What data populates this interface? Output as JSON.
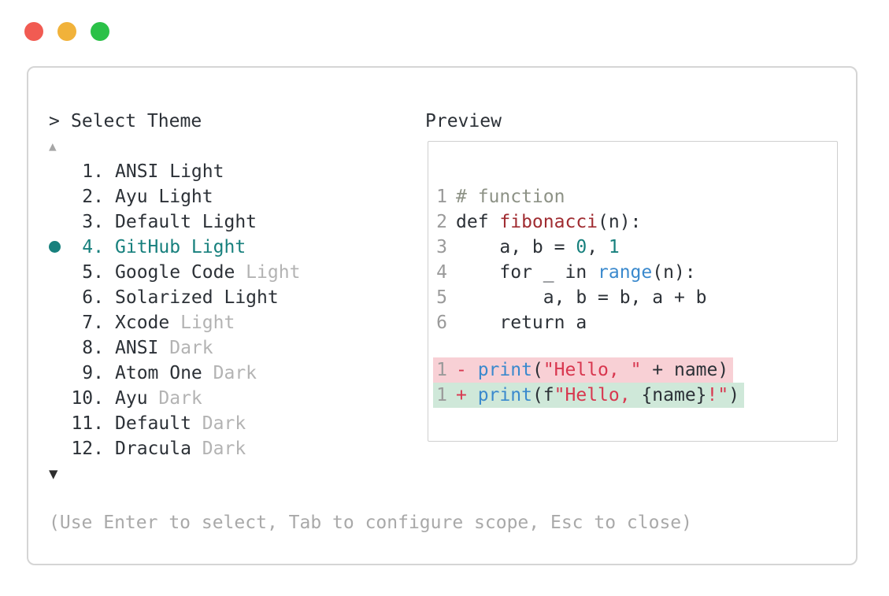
{
  "window": {
    "controls": [
      {
        "name": "close",
        "color": "#f15b52"
      },
      {
        "name": "minimize",
        "color": "#f1b23a"
      },
      {
        "name": "zoom",
        "color": "#2bc148"
      }
    ]
  },
  "selector": {
    "prompt": ">",
    "title": "Select Theme",
    "scroll_up": "▲",
    "scroll_down": "▼",
    "items": [
      {
        "number": "1.",
        "name": "ANSI Light",
        "muted": "",
        "selected": false
      },
      {
        "number": "2.",
        "name": "Ayu Light",
        "muted": "",
        "selected": false
      },
      {
        "number": "3.",
        "name": "Default Light",
        "muted": "",
        "selected": false
      },
      {
        "number": "4.",
        "name": "GitHub Light",
        "muted": "",
        "selected": true
      },
      {
        "number": "5.",
        "name": "Google Code",
        "muted": "Light",
        "selected": false
      },
      {
        "number": "6.",
        "name": "Solarized Light",
        "muted": "",
        "selected": false
      },
      {
        "number": "7.",
        "name": "Xcode",
        "muted": "Light",
        "selected": false
      },
      {
        "number": "8.",
        "name": "ANSI",
        "muted": "Dark",
        "selected": false
      },
      {
        "number": "9.",
        "name": "Atom One",
        "muted": "Dark",
        "selected": false
      },
      {
        "number": "10.",
        "name": "Ayu",
        "muted": "Dark",
        "selected": false
      },
      {
        "number": "11.",
        "name": "Default",
        "muted": "Dark",
        "selected": false
      },
      {
        "number": "12.",
        "name": "Dracula",
        "muted": "Dark",
        "selected": false
      }
    ],
    "help_text": "(Use Enter to select, Tab to configure scope, Esc to close)"
  },
  "preview": {
    "label": "Preview",
    "lines": [
      {
        "ln": "1",
        "kind": "code",
        "tokens": [
          [
            "# function",
            "comment"
          ]
        ]
      },
      {
        "ln": "2",
        "kind": "code",
        "tokens": [
          [
            "def ",
            "plain"
          ],
          [
            "fibonacci",
            "func"
          ],
          [
            "(n):",
            "plain"
          ]
        ]
      },
      {
        "ln": "3",
        "kind": "code",
        "tokens": [
          [
            "    a, b = ",
            "plain"
          ],
          [
            "0",
            "numlit"
          ],
          [
            ", ",
            "plain"
          ],
          [
            "1",
            "numlit"
          ]
        ]
      },
      {
        "ln": "4",
        "kind": "code",
        "tokens": [
          [
            "    for _ in ",
            "plain"
          ],
          [
            "range",
            "call"
          ],
          [
            "(n):",
            "plain"
          ]
        ]
      },
      {
        "ln": "5",
        "kind": "code",
        "tokens": [
          [
            "        a, b = b, a + b",
            "plain"
          ]
        ]
      },
      {
        "ln": "6",
        "kind": "code",
        "tokens": [
          [
            "    return a",
            "plain"
          ]
        ]
      },
      {
        "ln": "",
        "kind": "gap",
        "tokens": []
      },
      {
        "ln": "1",
        "kind": "del",
        "tokens": [
          [
            "- ",
            "sign"
          ],
          [
            "print",
            "call"
          ],
          [
            "(",
            "plain"
          ],
          [
            "\"Hello, \"",
            "str"
          ],
          [
            " + name)",
            "plain"
          ]
        ]
      },
      {
        "ln": "1",
        "kind": "add",
        "tokens": [
          [
            "+ ",
            "sign"
          ],
          [
            "print",
            "call"
          ],
          [
            "(f",
            "plain"
          ],
          [
            "\"Hello, ",
            "str"
          ],
          [
            "{name}",
            "plain"
          ],
          [
            "!\"",
            "str"
          ],
          [
            ")",
            "plain"
          ]
        ]
      }
    ]
  },
  "colors": {
    "accent_teal": "#17807d",
    "text_dark": "#2c3137",
    "text_muted": "#b3b3b3",
    "help_gray": "#a9a9a9",
    "line_number_gray": "#9a9a9a",
    "comment_gray": "#8d9286",
    "func_red": "#a02c31",
    "call_blue": "#3a89cd",
    "string_crimson": "#d8374f",
    "diff_del_bg": "#f8d0d5",
    "diff_add_bg": "#cfe8d9",
    "border_gray": "#d5d5d5"
  }
}
